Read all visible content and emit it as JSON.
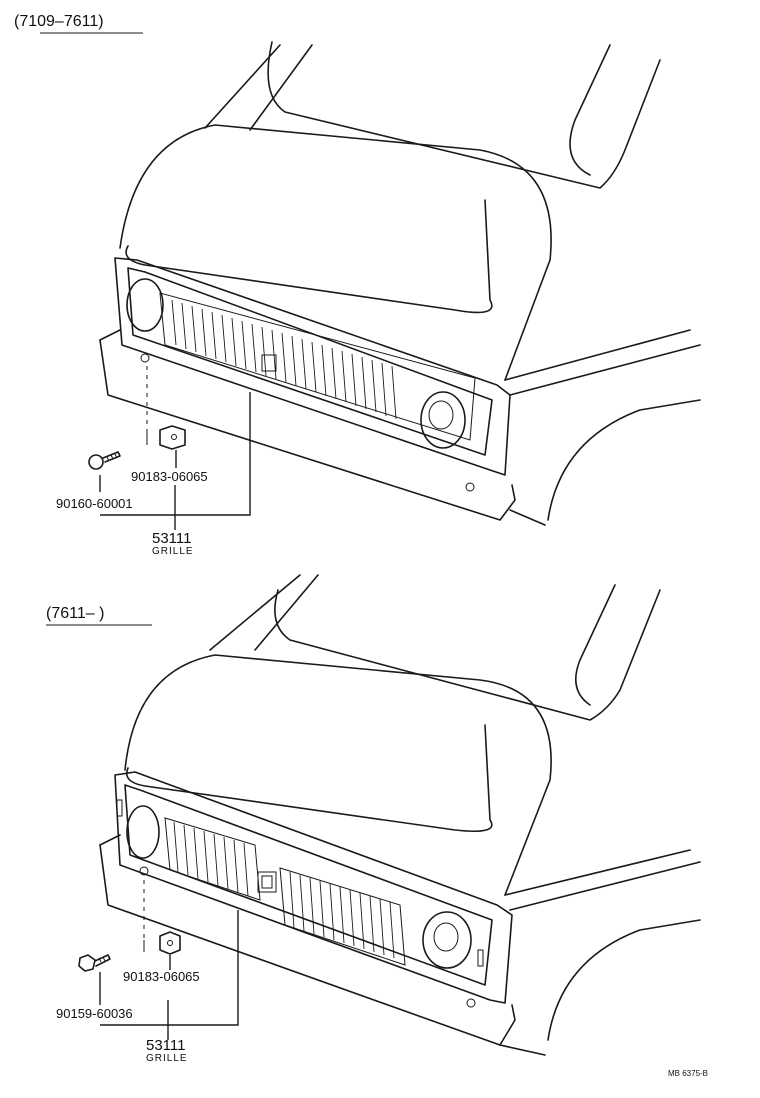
{
  "sections": [
    {
      "period": "(7109–7611)",
      "parts": {
        "clip": "90183-06065",
        "screw": "90160-60001",
        "grille_number": "53111",
        "grille_name": "GRILLE"
      }
    },
    {
      "period": "(7611–        )",
      "parts": {
        "clip": "90183-06065",
        "screw": "90159-60036",
        "grille_number": "53111",
        "grille_name": "GRILLE"
      }
    }
  ],
  "footer_code": "MB  6375-B"
}
